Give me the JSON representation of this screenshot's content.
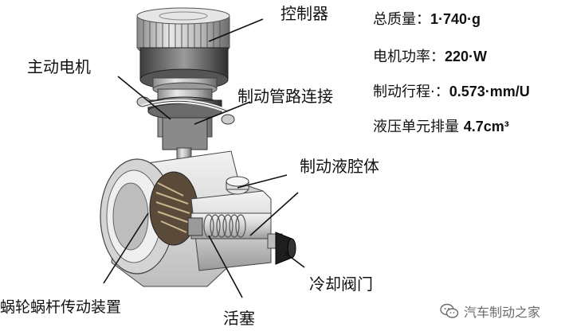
{
  "labels": {
    "controller": "控制器",
    "main_motor": "主动电机",
    "brake_pipe": "制动管路连接",
    "brake_chamber": "制动液腔体",
    "cooling_valve": "冷却阀门",
    "worm_gear": "蜗轮蜗杆传动装置",
    "piston": "活塞"
  },
  "specs": [
    {
      "label": "总质量：",
      "value": "1·740·g"
    },
    {
      "label": "电机功率：",
      "value": "220·W"
    },
    {
      "label": "制动行程·：",
      "value": "0.573·mm/U"
    },
    {
      "label": "液压单元排量 ",
      "value": "4.7cm³"
    }
  ],
  "watermark": {
    "icon": "wechat-icon",
    "text": "汽车制动之家"
  },
  "colors": {
    "line": "#111111",
    "metal_light": "#d9d9d9",
    "metal_dark": "#6e6e6e"
  }
}
